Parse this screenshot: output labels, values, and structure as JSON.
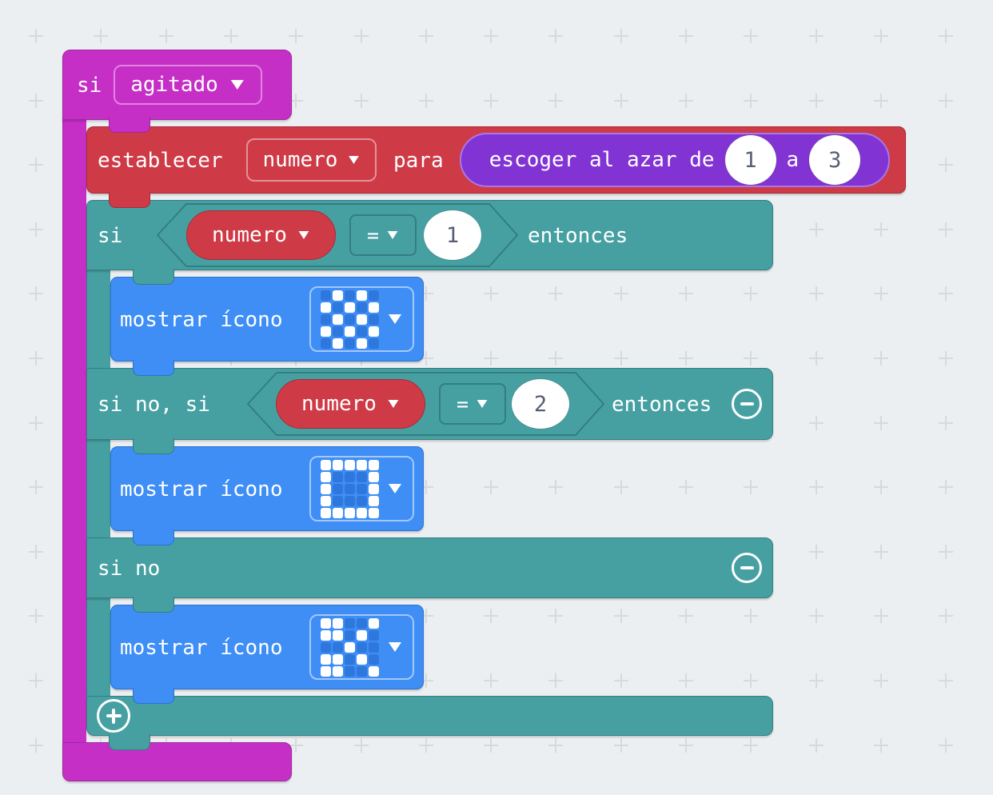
{
  "palette": {
    "canvas-bg": "#eceff1",
    "cross": "#d6dadd",
    "magenta": "#c62fc6",
    "magenta-border": "#9e28a0",
    "magenta-field-border": "#df84df",
    "red": "#ce3b47",
    "red-border": "#a82b37",
    "red-field-border": "#e2929a",
    "teal": "#46a0a2",
    "teal-border": "#337e81",
    "blue": "#3f8ef6",
    "blue-border": "#2b71d1",
    "blue-field-border": "#a3c8fa",
    "led-off": "#2e77dd",
    "led-on": "#ffffff",
    "purple": "#8233d4",
    "purple-ring": "#a878e8",
    "num-text": "#575e75"
  },
  "on_shake_block": {
    "keyword": "si",
    "gesture_dropdown": "agitado",
    "dropdown_icon": "chevron-down"
  },
  "set_variable_block": {
    "keyword_set": "establecer",
    "variable_dropdown": "numero",
    "keyword_to": "para",
    "random_block": {
      "label": "escoger al azar de",
      "from_value": "1",
      "connector": "a",
      "to_value": "3"
    }
  },
  "if_block": {
    "if_row": {
      "keyword": "si",
      "condition": {
        "variable": "numero",
        "operator": "=",
        "value": "1"
      },
      "then_keyword": "entonces"
    },
    "elseif_row": {
      "keyword": "si no, si",
      "condition": {
        "variable": "numero",
        "operator": "=",
        "value": "2"
      },
      "then_keyword": "entonces",
      "remove_icon": "minus-circle"
    },
    "else_row": {
      "keyword": "si no",
      "remove_icon": "minus-circle"
    },
    "footer": {
      "add_icon": "plus-circle"
    }
  },
  "show_icon_blocks": [
    {
      "label": "mostrar ícono",
      "icon": "chessboard",
      "pattern": [
        "01010",
        "10101",
        "01010",
        "10101",
        "01010"
      ]
    },
    {
      "label": "mostrar ícono",
      "icon": "square",
      "pattern": [
        "11111",
        "10001",
        "10001",
        "10001",
        "11111"
      ]
    },
    {
      "label": "mostrar ícono",
      "icon": "scissors",
      "pattern": [
        "11001",
        "11010",
        "00100",
        "11010",
        "11001"
      ]
    }
  ]
}
